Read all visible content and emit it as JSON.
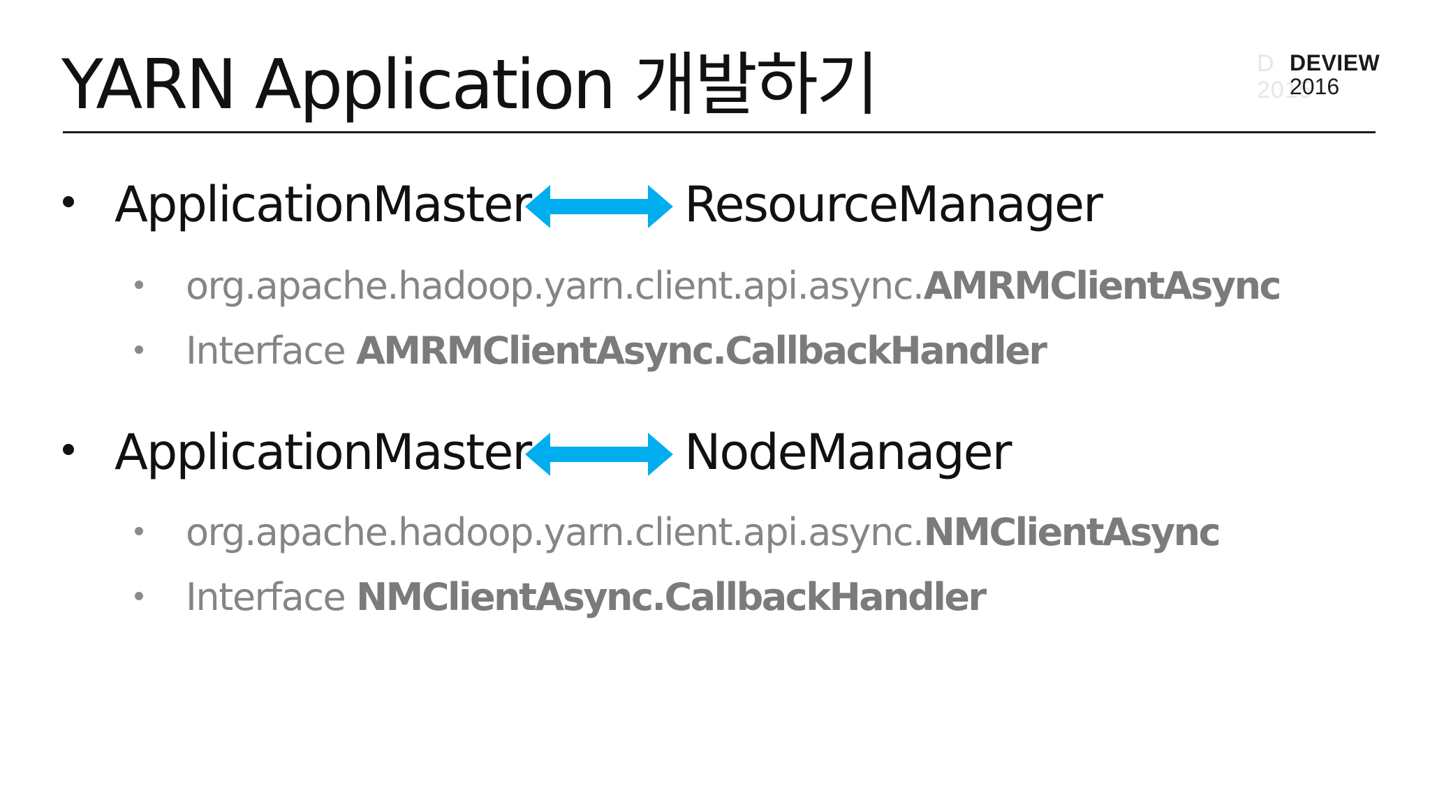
{
  "slide": {
    "title": "YARN Application 개발하기",
    "logo": {
      "name": "DEVIEW",
      "year": "2016",
      "ghost_line1": "D",
      "ghost_line2": "2015"
    }
  },
  "colors": {
    "arrow": "#00aeef",
    "title_text": "#111111",
    "sub_text": "#858585",
    "rule": "#1a1a1a"
  },
  "sections": [
    {
      "left": "ApplicationMaster",
      "arrow_icon": "double-arrow-icon",
      "right": "ResourceManager",
      "items": [
        {
          "prefix": "org.apache.hadoop.yarn.client.api.async.",
          "name": "AMRMClientAsync"
        },
        {
          "prefix": "Interface ",
          "name": "AMRMClientAsync.CallbackHandler"
        }
      ]
    },
    {
      "left": "ApplicationMaster",
      "arrow_icon": "double-arrow-icon",
      "right": "NodeManager",
      "items": [
        {
          "prefix": "org.apache.hadoop.yarn.client.api.async.",
          "name": "NMClientAsync"
        },
        {
          "prefix": "Interface ",
          "name": "NMClientAsync.CallbackHandler"
        }
      ]
    }
  ]
}
